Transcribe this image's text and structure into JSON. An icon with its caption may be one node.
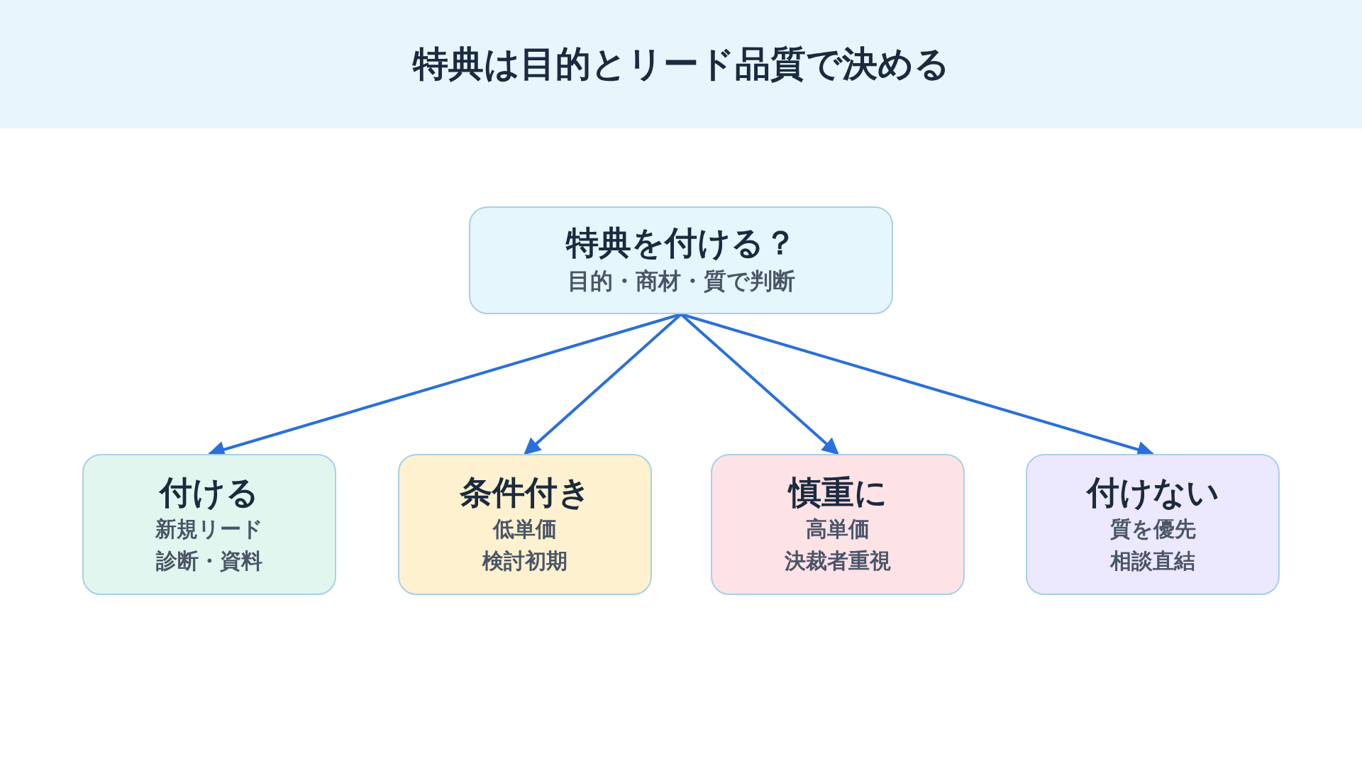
{
  "diagram": {
    "title": "特典は目的とリード品質で決める",
    "nodes": [
      {
        "text": [
          "特典を付ける？",
          "目的・商材・質で判断"
        ]
      },
      {
        "text": [
          "付ける",
          "新規リード",
          "診断・資料"
        ]
      },
      {
        "text": [
          "条件付き",
          "低単価",
          "検討初期"
        ]
      },
      {
        "text": [
          "慎重に",
          "高単価",
          "決裁者重視"
        ]
      },
      {
        "text": [
          "付けない",
          "質を優先",
          "相談直結"
        ]
      }
    ],
    "edges": [
      {
        "from": 0,
        "to": 1,
        "arrow": "to"
      },
      {
        "from": 0,
        "to": 2,
        "arrow": "to"
      },
      {
        "from": 0,
        "to": 3,
        "arrow": "to"
      },
      {
        "from": 0,
        "to": 4,
        "arrow": "to"
      }
    ]
  }
}
